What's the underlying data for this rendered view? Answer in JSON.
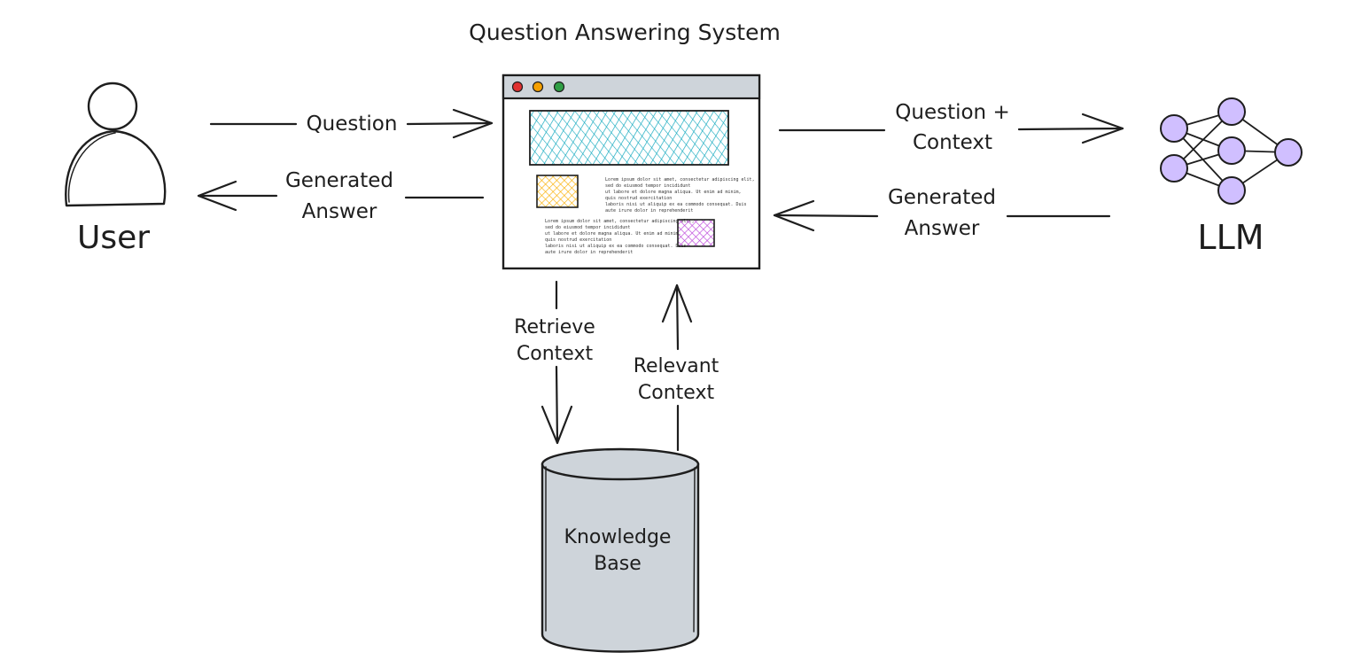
{
  "diagram": {
    "title": "Question Answering System",
    "nodes": {
      "user": {
        "label": "User",
        "icon": "person-icon"
      },
      "qa_system": {
        "label": "Question Answering System",
        "icon": "browser-window-icon",
        "window_dots": [
          "#e03131",
          "#f59f00",
          "#2f9e44"
        ],
        "hero_fill": "#15aabf",
        "image_fill_left": "#fab005",
        "image_fill_right": "#be4bdb",
        "filler_text_block_1": [
          "Lorem ipsum dolor sit amet, consectetur adipiscing elit,",
          "sed do eiusmod tempor incididunt",
          "ut labore et dolore magna aliqua. Ut enim ad minim,",
          "quis nostrud exercitation",
          "laboris nisi ut aliquip ex ea commodo consequat. Duis",
          "aute irure dolor in reprehenderit"
        ],
        "filler_text_block_2": [
          "Lorem ipsum dolor sit amet, consectetur adipiscing elit,",
          "sed do eiusmod tempor incididunt",
          "ut labore et dolore magna aliqua. Ut enim ad minim,",
          "quis nostrud exercitation",
          "laboris nisi ut aliquip ex ea commodo consequat. Duis",
          "aute irure dolor in reprehenderit"
        ]
      },
      "llm": {
        "label": "LLM",
        "icon": "neural-network-icon",
        "node_color": "#d0bfff"
      },
      "knowledge_base": {
        "label_line1": "Knowledge",
        "label_line2": "Base",
        "icon": "database-cylinder-icon",
        "fill": "#ced4da"
      }
    },
    "edges": {
      "user_to_system": {
        "label": "Question"
      },
      "system_to_user": {
        "label_line1": "Generated",
        "label_line2": "Answer"
      },
      "system_to_llm": {
        "label_line1": "Question +",
        "label_line2": "Context"
      },
      "llm_to_system": {
        "label_line1": "Generated",
        "label_line2": "Answer"
      },
      "system_to_kb": {
        "label_line1": "Retrieve",
        "label_line2": "Context"
      },
      "kb_to_system": {
        "label_line1": "Relevant",
        "label_line2": "Context"
      }
    }
  }
}
